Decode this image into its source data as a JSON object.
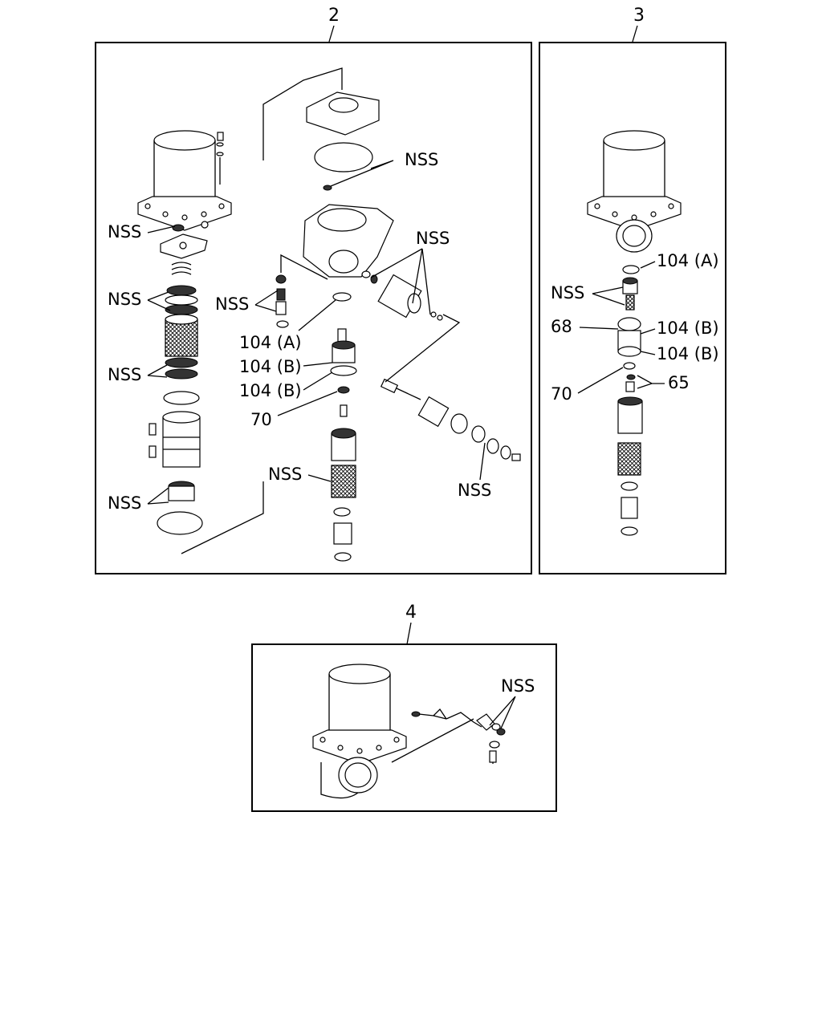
{
  "panels": {
    "p2": {
      "number": "2"
    },
    "p3": {
      "number": "3"
    },
    "p4": {
      "number": "4"
    }
  },
  "labels": {
    "nss": "NSS",
    "ref_104a": "104 (A)",
    "ref_104b": "104 (B)",
    "ref_70": "70",
    "ref_68": "68",
    "ref_65": "65"
  }
}
